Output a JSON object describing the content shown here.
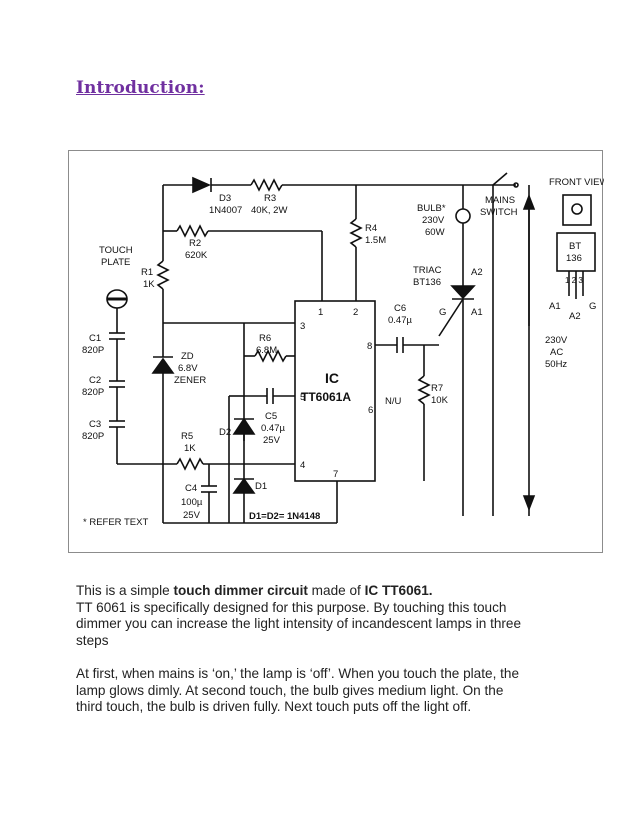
{
  "heading": "Introduction:",
  "diagram": {
    "labels": {
      "d3": "D3",
      "d3_part": "1N4007",
      "r3": "R3",
      "r3_val": "40K, 2W",
      "r2": "R2",
      "r2_val": "620K",
      "r4": "R4",
      "r4_val": "1.5M",
      "bulb": "BULB*",
      "bulb_v": "230V",
      "bulb_w": "60W",
      "mains": "MAINS",
      "switch": "SWITCH",
      "front_view": "FRONT VIEW",
      "bt": "BT",
      "bt_num": "136",
      "pins": "1 2 3",
      "a1": "A1",
      "a2": "A2",
      "g": "G",
      "touch": "TOUCH",
      "plate": "PLATE",
      "r1": "R1",
      "r1_val": "1K",
      "pin1": "1",
      "pin2": "2",
      "pin3": "3",
      "pin4": "4",
      "pin5": "5",
      "pin6": "6",
      "pin7": "7",
      "pin8": "8",
      "triac": "TRIAC",
      "triac_part": "BT136",
      "tg": "G",
      "ta1": "A1",
      "ta2": "A2",
      "c6": "C6",
      "c6_val": "0.47µ",
      "r6": "R6",
      "r6_val": "6.8M",
      "c1": "C1",
      "c1_val": "820P",
      "zd": "ZD",
      "zd_v": "6.8V",
      "zd_t": "ZENER",
      "ic": "IC",
      "ic_part": "TT6061A",
      "c2": "C2",
      "c2_val": "820P",
      "nu": "N/U",
      "r7": "R7",
      "r7_val": "10K",
      "ac_v": "230V",
      "ac": "AC",
      "ac_hz": "50Hz",
      "c5": "C5",
      "c5_val": "0.47µ",
      "c5_v": "25V",
      "d2": "D2",
      "c3": "C3",
      "c3_val": "820P",
      "r5": "R5",
      "r5_val": "1K",
      "c4": "C4",
      "c4_val": "100µ",
      "c4_v": "25V",
      "d1": "D1",
      "d_note": "D1=D2= 1N4148",
      "refer": "* REFER TEXT"
    }
  },
  "para1": {
    "l1a": "This is a simple ",
    "l1b": "touch dimmer circuit",
    "l1c": " made of ",
    "l1d": "IC TT6061.",
    "l2": "TT 6061 is specifically designed for this purpose. By touching this touch",
    "l3": "dimmer you can increase the light intensity of incandescent lamps in three",
    "l4": "steps"
  },
  "para2": {
    "l1": "At first, when mains is ‘on,’ the lamp is ‘off’. When you touch the plate, the",
    "l2": "lamp glows dimly. At second touch, the bulb gives medium light. On the",
    "l3": "third touch, the bulb is driven fully. Next touch puts off the light off."
  }
}
